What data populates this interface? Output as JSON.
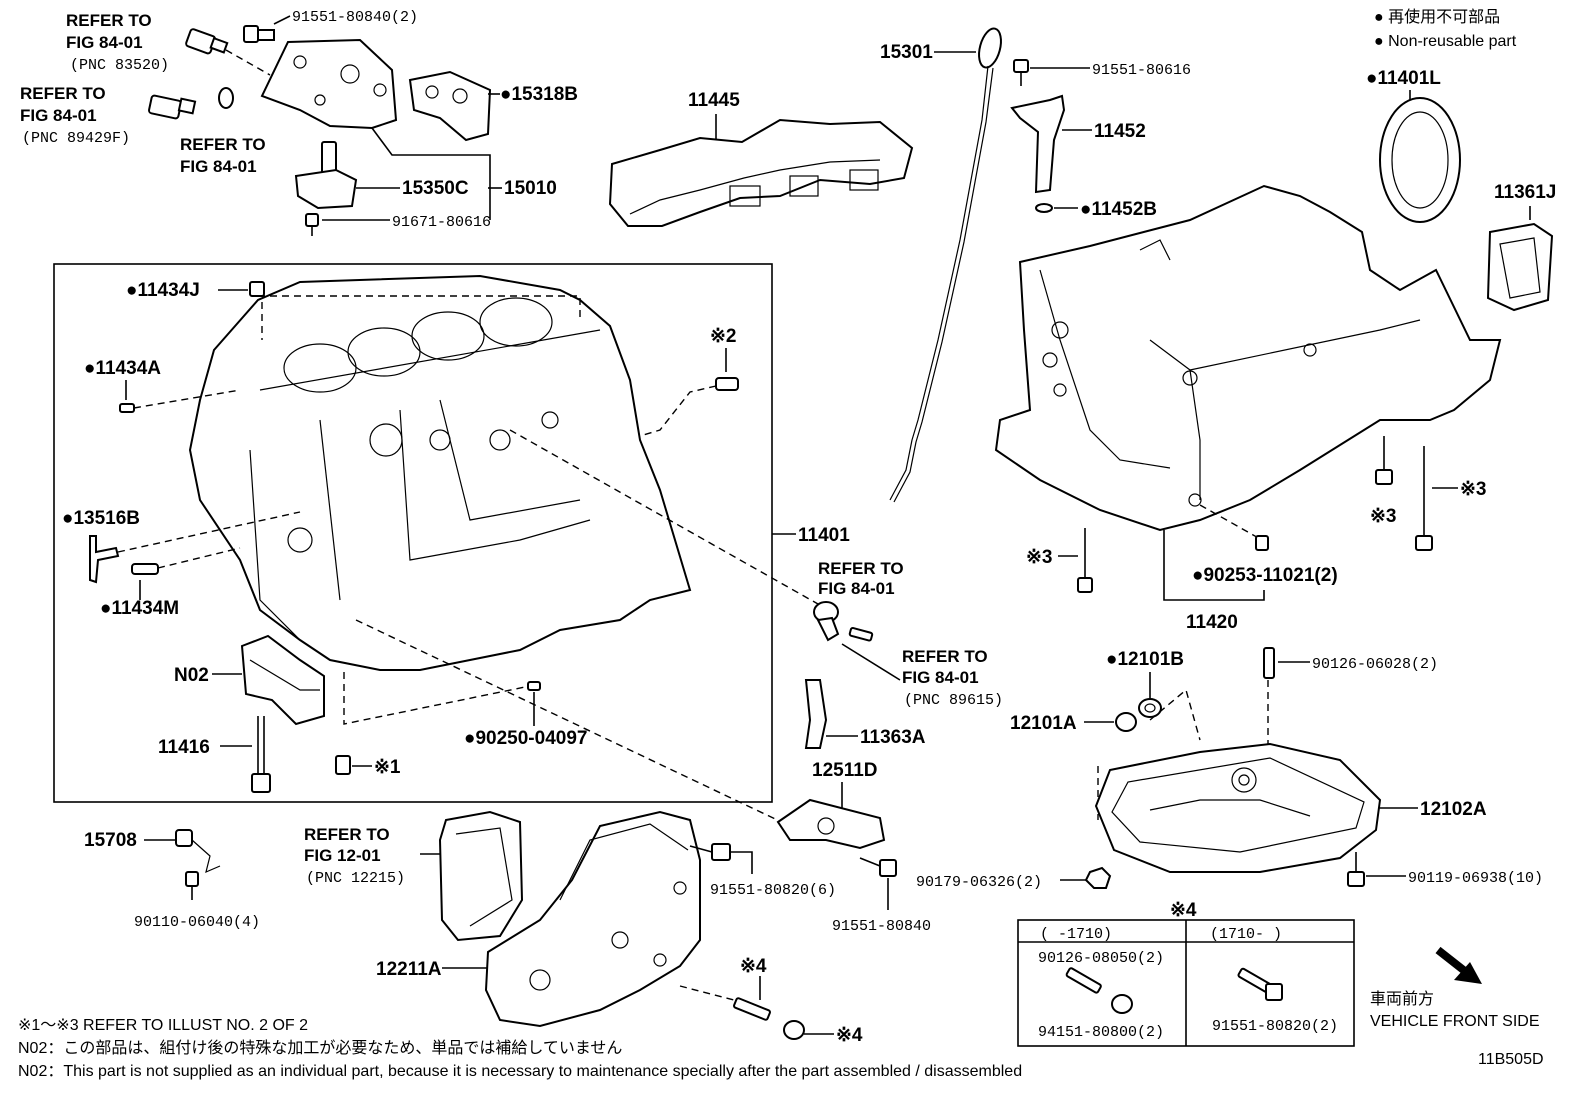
{
  "legend": {
    "line1": "● 再使用不可部品",
    "line2": "● Non-reusable part"
  },
  "refs": {
    "r1": [
      "REFER TO",
      "FIG 84-01",
      "(PNC 83520)"
    ],
    "r2": [
      "REFER TO",
      "FIG 84-01",
      "(PNC 89429F)"
    ],
    "r3": [
      "REFER TO",
      "FIG 84-01"
    ],
    "r4": [
      "REFER TO",
      "FIG 84-01"
    ],
    "r5": [
      "REFER TO",
      "FIG 84-01",
      "(PNC 89615)"
    ],
    "r6": [
      "REFER TO",
      "FIG 12-01",
      "(PNC 12215)"
    ]
  },
  "parts": {
    "p91551_80840_2": "91551-80840(2)",
    "p15318B": "●15318B",
    "p15350C": "15350C",
    "p15010": "15010",
    "p91671_80616": "91671-80616",
    "p11445": "11445",
    "p15301": "15301",
    "p91551_80616": "91551-80616",
    "p11452": "11452",
    "p11452B": "●11452B",
    "p11401L": "●11401L",
    "p11361J": "11361J",
    "p11434J": "●11434J",
    "p11434A": "●11434A",
    "p13516B": "●13516B",
    "p11434M": "●11434M",
    "pN02": "N02",
    "p11416": "11416",
    "p11401": "11401",
    "p90250_04097": "●90250-04097",
    "pMark1": "※1",
    "pMark2": "※2",
    "pMark3a": "※3",
    "pMark3b": "※3",
    "pMark3c": "※3",
    "pMark4a": "※4",
    "pMark4b": "※4",
    "pMark4c": "※4",
    "p11363A": "11363A",
    "p12511D": "12511D",
    "p90253_11021_2": "●90253-11021(2)",
    "p11420": "11420",
    "p12101B": "●12101B",
    "p12101A": "12101A",
    "p90126_06028_2": "90126-06028(2)",
    "p12102A": "12102A",
    "p90179_06326_2": "90179-06326(2)",
    "p90119_06938_10": "90119-06938(10)",
    "p15708": "15708",
    "p90110_06040_4": "90110-06040(4)",
    "p91551_80820_6": "91551-80820(6)",
    "p91551_80840": "91551-80840",
    "p12211A": "12211A"
  },
  "table": {
    "col1_header": "(     -1710)",
    "col2_header": "(1710-     )",
    "col1_part1": "90126-08050(2)",
    "col1_part2": "94151-80800(2)",
    "col2_part1": "91551-80820(2)"
  },
  "direction": {
    "jp": "車両前方",
    "en": "VEHICLE FRONT SIDE"
  },
  "notes": {
    "n1": "※1～※3 REFER TO ILLUST NO. 2 OF 2",
    "n2": "N02：この部品は、組付け後の特殊な加工が必要なため、単品では補給していません",
    "n3": "N02：This part is not supplied as an individual part, because it is necessary to maintenance specially after the part assembled / disassembled"
  },
  "illustration_code": "11B505D"
}
